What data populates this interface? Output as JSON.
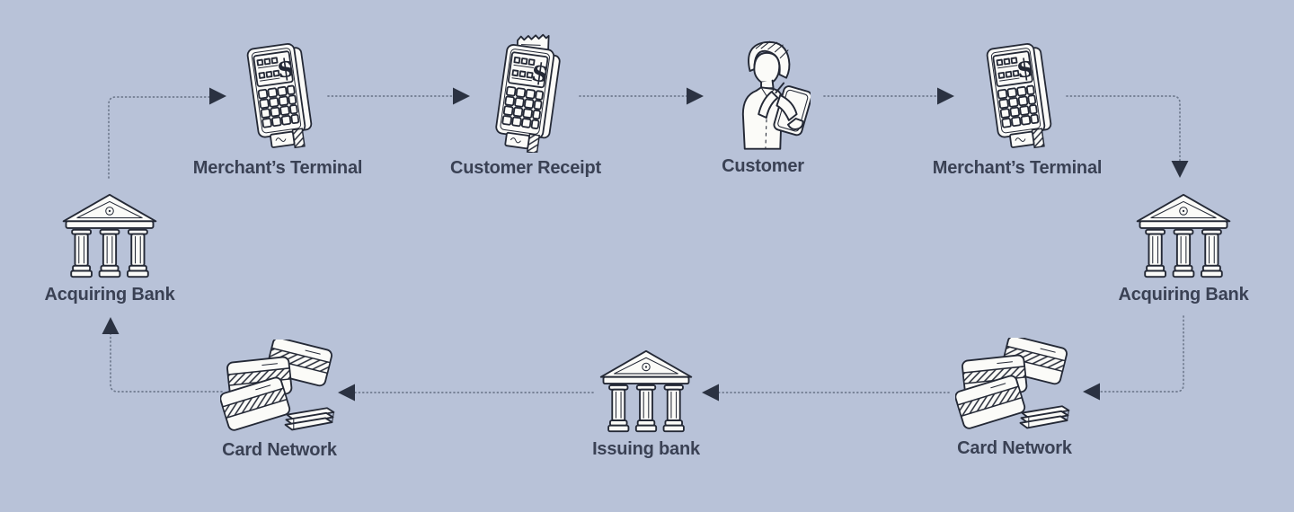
{
  "canvas": {
    "background": "#b8c2d8"
  },
  "colors": {
    "ink": "#242936",
    "icon_fill": "#fbfbf8",
    "label_text": "#3a4154",
    "dotted_line": "#6f7a8e",
    "arrowhead": "#2b3242"
  },
  "nodes": {
    "merchant_terminal_1": {
      "label": "Merchant’s Terminal",
      "icon": "payment-terminal"
    },
    "customer_receipt": {
      "label": "Customer Receipt",
      "icon": "terminal-with-receipt"
    },
    "customer": {
      "label": "Customer",
      "icon": "person-signing-tablet"
    },
    "merchant_terminal_2": {
      "label": "Merchant’s Terminal",
      "icon": "payment-terminal"
    },
    "acquiring_bank_left": {
      "label": "Acquiring Bank",
      "icon": "bank-building"
    },
    "acquiring_bank_right": {
      "label": "Acquiring Bank",
      "icon": "bank-building"
    },
    "card_network_right": {
      "label": "Card Network",
      "icon": "credit-cards"
    },
    "issuing_bank": {
      "label": "Issuing bank",
      "icon": "bank-building"
    },
    "card_network_left": {
      "label": "Card Network",
      "icon": "credit-cards"
    }
  },
  "icons": {
    "dollar_glyph": "$"
  },
  "flow": [
    "acquiring-bank-left → merchant-terminal-1",
    "merchant-terminal-1 → customer-receipt",
    "customer-receipt → customer",
    "customer → merchant-terminal-2",
    "merchant-terminal-2 → acquiring-bank-right",
    "acquiring-bank-right → card-network-right",
    "card-network-right → issuing-bank",
    "issuing-bank → card-network-left",
    "card-network-left → acquiring-bank-left"
  ]
}
